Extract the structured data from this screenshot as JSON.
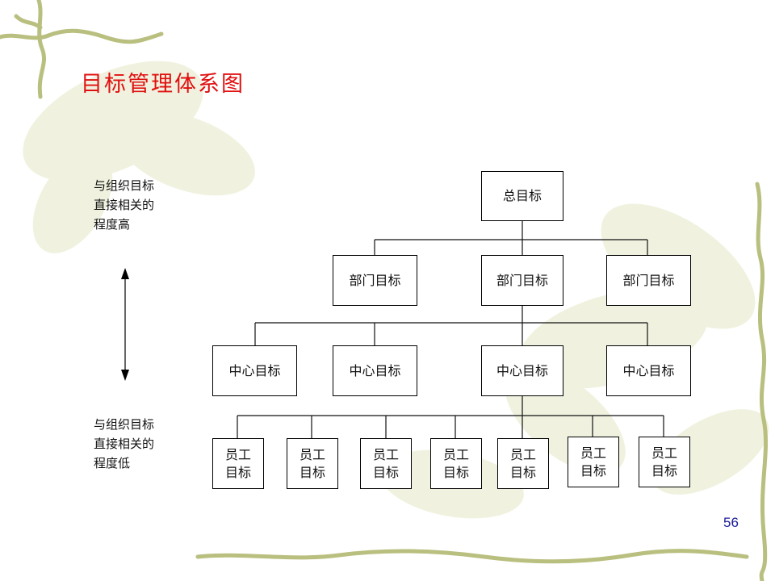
{
  "slide": {
    "title": "目标管理体系图",
    "page_number": "56"
  },
  "side_labels": {
    "top": [
      "与组织目标",
      "直接相关的",
      "程度高"
    ],
    "bottom": [
      "与组织目标",
      "直接相关的",
      "程度低"
    ]
  },
  "org_chart": {
    "root": "总目标",
    "department_row": [
      "部门目标",
      "部门目标",
      "部门目标"
    ],
    "center_row": [
      "中心目标",
      "中心目标",
      "中心目标",
      "中心目标"
    ],
    "employee_row": [
      [
        "员工",
        "目标"
      ],
      [
        "员工",
        "目标"
      ],
      [
        "员工",
        "目标"
      ],
      [
        "员工",
        "目标"
      ],
      [
        "员工",
        "目标"
      ],
      [
        "员工",
        "目标"
      ],
      [
        "员工",
        "目标"
      ]
    ]
  },
  "colors": {
    "title": "#e01010",
    "page_number": "#1a1a9a",
    "vine": "#b9bf7e",
    "leaves": "#e9ecd2"
  }
}
